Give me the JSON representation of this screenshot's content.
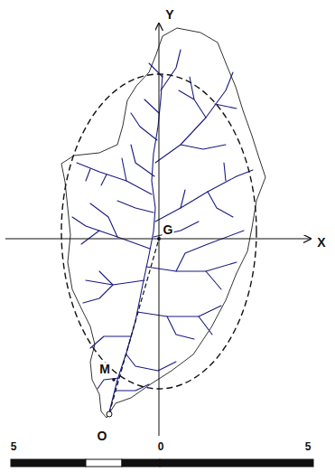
{
  "diagram": {
    "labels": [
      "Y",
      "X",
      "G",
      "M",
      "O",
      "5",
      "0",
      "5"
    ]
  }
}
